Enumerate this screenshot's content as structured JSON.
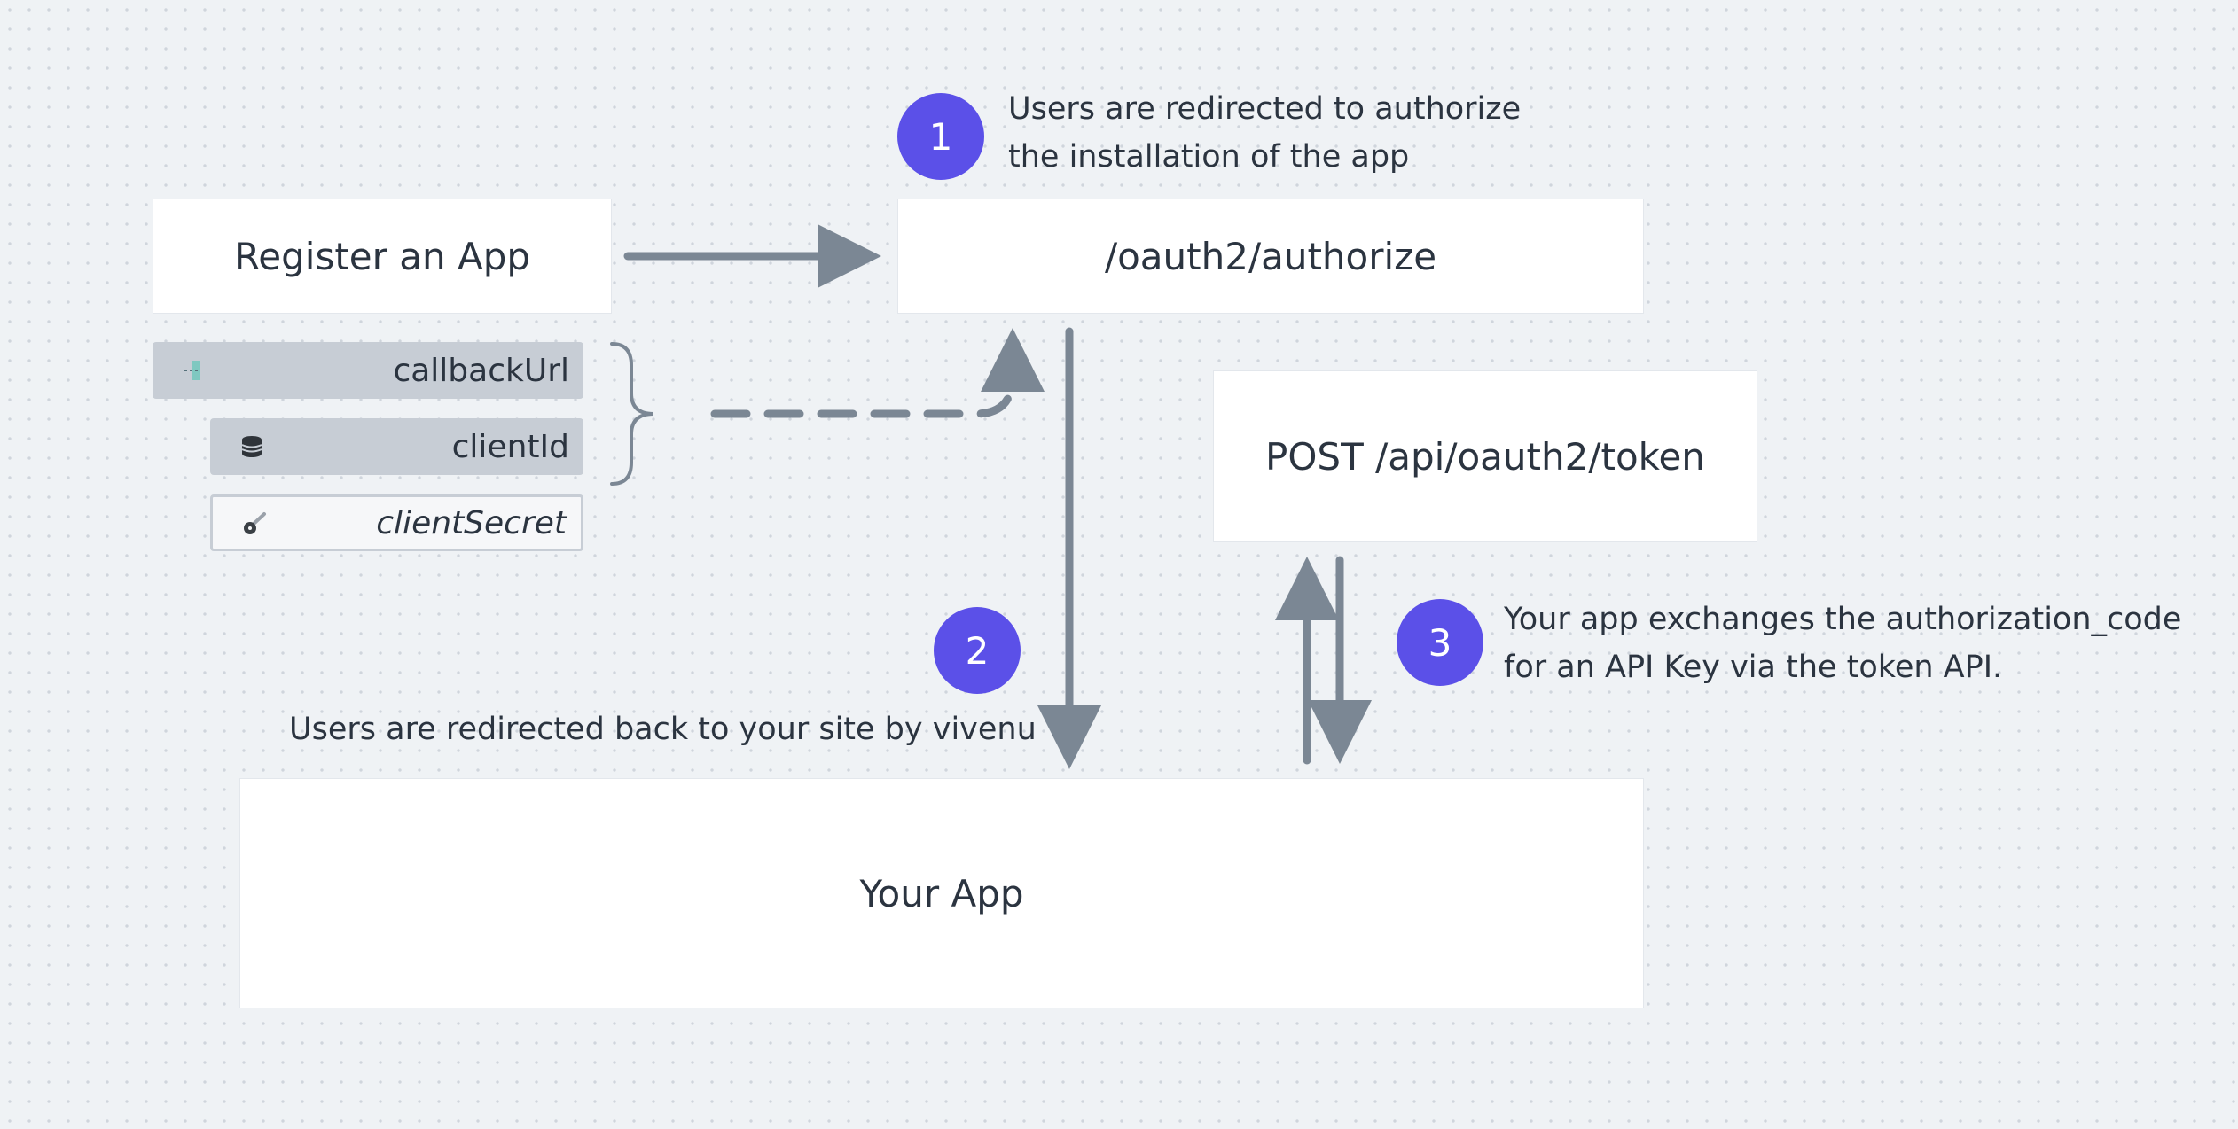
{
  "boxes": {
    "register": "Register an App",
    "authorize": "/oauth2/authorize",
    "token": "POST /api/oauth2/token",
    "your_app": "Your App"
  },
  "fields": {
    "callback_url": {
      "label": "callbackUrl",
      "icon": "link-icon"
    },
    "client_id": {
      "label": "clientId",
      "icon": "database-icon"
    },
    "client_secret": {
      "label": "clientSecret",
      "icon": "key-icon"
    }
  },
  "steps": [
    {
      "number": "1",
      "lines": [
        "Users are redirected to authorize",
        "the installation of the app"
      ]
    },
    {
      "number": "2",
      "lines": [
        "Users are redirected back to your site by vivenu"
      ]
    },
    {
      "number": "3",
      "lines": [
        "Your app exchanges the authorization_code",
        "for an API Key via the token API."
      ]
    }
  ],
  "colors": {
    "background": "#eff2f5",
    "accent": "#5b50e8",
    "arrow": "#7b8794",
    "field_fill": "#c7cdd5"
  }
}
